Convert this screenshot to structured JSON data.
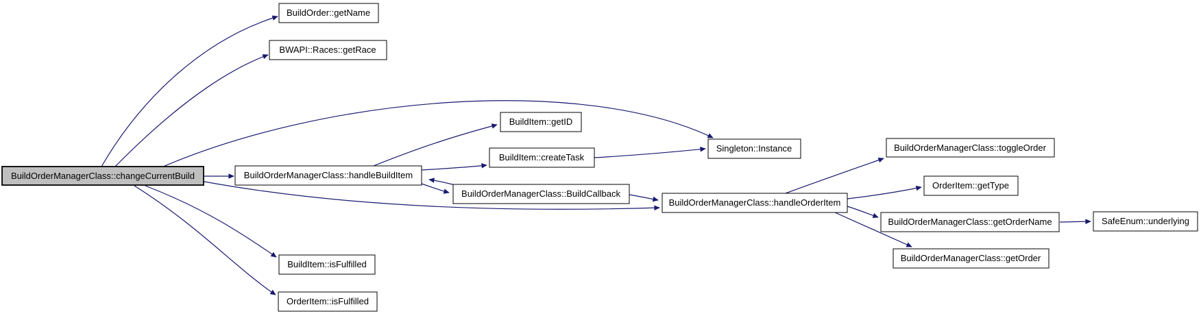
{
  "diagram": {
    "type": "call-graph",
    "tool_style": "doxygen",
    "root_function": "BuildOrderManagerClass::changeCurrentBuild"
  },
  "colors": {
    "background": "#ffffff",
    "edge": "#191970",
    "node_border": "#000000",
    "node_fill": "#ffffff",
    "root_node_fill": "#bfbfbf",
    "text": "#000000"
  },
  "nodes": {
    "changeCurrentBuild": {
      "label": "BuildOrderManagerClass::changeCurrentBuild",
      "highlighted": true
    },
    "getName": {
      "label": "BuildOrder::getName",
      "highlighted": false
    },
    "getRace": {
      "label": "BWAPI::Races::getRace",
      "highlighted": false
    },
    "handleBuildItem": {
      "label": "BuildOrderManagerClass::handleBuildItem",
      "highlighted": false
    },
    "getID": {
      "label": "BuildItem::getID",
      "highlighted": false
    },
    "createTask": {
      "label": "BuildItem::createTask",
      "highlighted": false
    },
    "buildCallback": {
      "label": "BuildOrderManagerClass::BuildCallback",
      "highlighted": false
    },
    "singletonInstance": {
      "label": "Singleton::Instance",
      "highlighted": false
    },
    "handleOrderItem": {
      "label": "BuildOrderManagerClass::handleOrderItem",
      "highlighted": false
    },
    "toggleOrder": {
      "label": "BuildOrderManagerClass::toggleOrder",
      "highlighted": false
    },
    "getType": {
      "label": "OrderItem::getType",
      "highlighted": false
    },
    "getOrderName": {
      "label": "BuildOrderManagerClass::getOrderName",
      "highlighted": false
    },
    "safeEnumUnderlying": {
      "label": "SafeEnum::underlying",
      "highlighted": false
    },
    "getOrder": {
      "label": "BuildOrderManagerClass::getOrder",
      "highlighted": false
    },
    "buildItemIsFulfilled": {
      "label": "BuildItem::isFulfilled",
      "highlighted": false
    },
    "orderItemIsFulfilled": {
      "label": "OrderItem::isFulfilled",
      "highlighted": false
    }
  },
  "edges": [
    {
      "from": "BuildOrderManagerClass::changeCurrentBuild",
      "to": "BuildOrder::getName"
    },
    {
      "from": "BuildOrderManagerClass::changeCurrentBuild",
      "to": "BWAPI::Races::getRace"
    },
    {
      "from": "BuildOrderManagerClass::changeCurrentBuild",
      "to": "Singleton::Instance"
    },
    {
      "from": "BuildOrderManagerClass::changeCurrentBuild",
      "to": "BuildOrderManagerClass::handleBuildItem"
    },
    {
      "from": "BuildOrderManagerClass::changeCurrentBuild",
      "to": "BuildOrderManagerClass::handleOrderItem"
    },
    {
      "from": "BuildOrderManagerClass::changeCurrentBuild",
      "to": "BuildItem::isFulfilled"
    },
    {
      "from": "BuildOrderManagerClass::changeCurrentBuild",
      "to": "OrderItem::isFulfilled"
    },
    {
      "from": "BuildOrderManagerClass::handleBuildItem",
      "to": "BuildItem::getID"
    },
    {
      "from": "BuildOrderManagerClass::handleBuildItem",
      "to": "BuildItem::createTask"
    },
    {
      "from": "BuildOrderManagerClass::handleBuildItem",
      "to": "BuildOrderManagerClass::BuildCallback"
    },
    {
      "from": "BuildOrderManagerClass::BuildCallback",
      "to": "BuildOrderManagerClass::handleBuildItem"
    },
    {
      "from": "BuildOrderManagerClass::BuildCallback",
      "to": "BuildOrderManagerClass::handleOrderItem"
    },
    {
      "from": "BuildItem::createTask",
      "to": "Singleton::Instance"
    },
    {
      "from": "BuildOrderManagerClass::handleOrderItem",
      "to": "BuildOrderManagerClass::toggleOrder"
    },
    {
      "from": "BuildOrderManagerClass::handleOrderItem",
      "to": "OrderItem::getType"
    },
    {
      "from": "BuildOrderManagerClass::handleOrderItem",
      "to": "BuildOrderManagerClass::getOrderName"
    },
    {
      "from": "BuildOrderManagerClass::handleOrderItem",
      "to": "BuildOrderManagerClass::getOrder"
    },
    {
      "from": "BuildOrderManagerClass::getOrderName",
      "to": "SafeEnum::underlying"
    }
  ]
}
